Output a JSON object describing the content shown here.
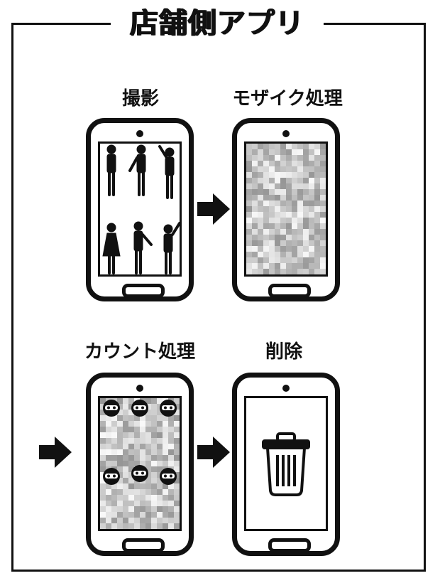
{
  "title": "店舗側アプリ",
  "steps": [
    {
      "label": "撮影",
      "screen": "people-photo"
    },
    {
      "label": "モザイク処理",
      "screen": "mosaic"
    },
    {
      "label": "カウント処理",
      "screen": "mosaic-with-face-markers"
    },
    {
      "label": "削除",
      "screen": "trash-can"
    }
  ],
  "icons": {
    "arrow": "right-arrow-icon",
    "trash": "trash-can-icon",
    "person": "person-silhouette-icon",
    "face_marker": "ninja-face-icon"
  },
  "colors": {
    "ink": "#111111",
    "background": "#ffffff"
  }
}
